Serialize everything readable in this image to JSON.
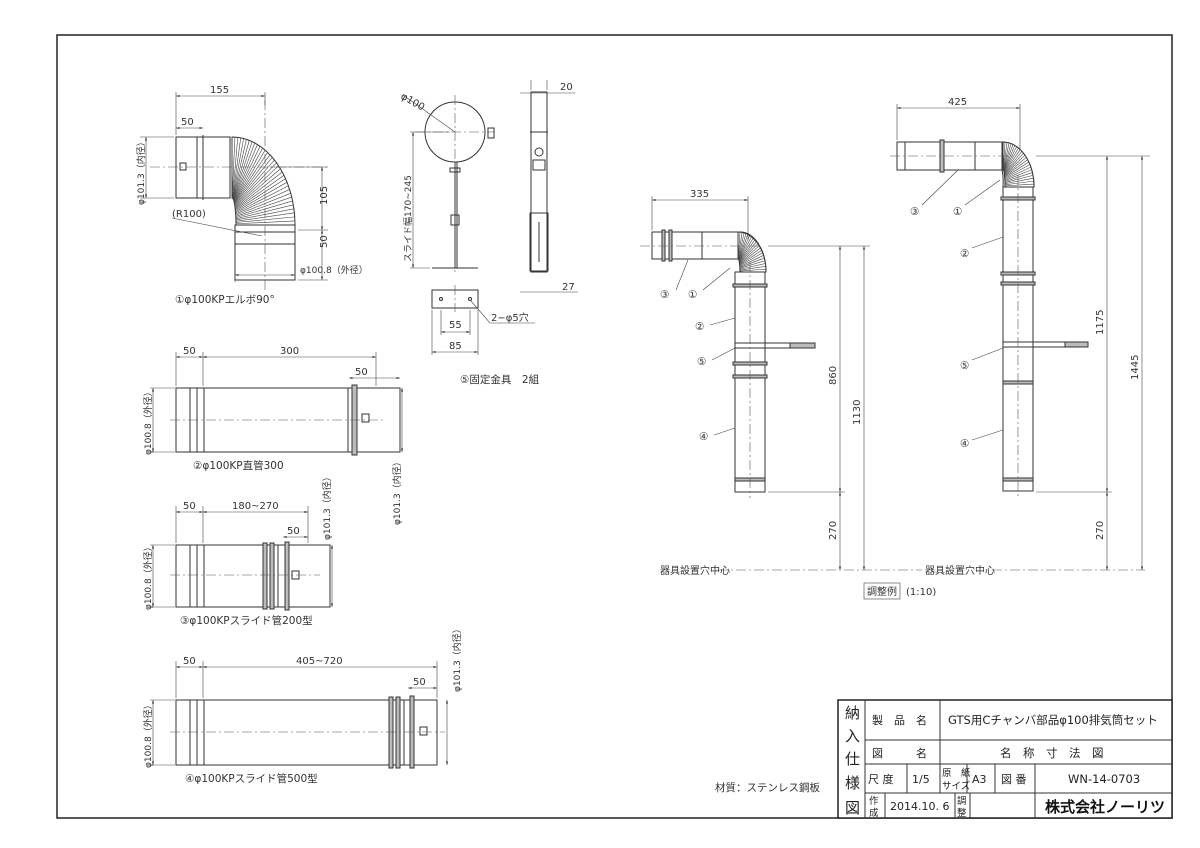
{
  "title_block": {
    "side_label": [
      "納",
      "入",
      "仕",
      "様",
      "図"
    ],
    "product_name_label": "製　品　名",
    "product_name": "GTS用Cチャンバ部品φ100排気筒セット",
    "drawing_name_label": "図　　　名",
    "drawing_name": "名　称　寸　法　図",
    "scale_label": "尺 度",
    "scale": "1/5",
    "paper_size_label_1": "原　紙",
    "paper_size_label_2": "サイズ",
    "paper_size": "A3",
    "drawing_no_label": "図 番",
    "drawing_no": "WN-14-0703",
    "created_label_1": "作",
    "created_label_2": "成",
    "created_date": "2014.10. 6",
    "adjust_label_1": "調",
    "adjust_label_2": "整",
    "company": "株式会社ノーリツ"
  },
  "material_note": "材質：ステンレス鋼板",
  "part1": {
    "caption": "①φ100KPエルボ90°",
    "dims": {
      "overall": "155",
      "socket": "50",
      "height": "105",
      "outlet": "50",
      "inner": "φ101.3（内径）",
      "outer": "φ100.8（外径）",
      "radius": "(R100)"
    }
  },
  "part2": {
    "caption": "②φ100KP直管300",
    "dims": {
      "left": "50",
      "length": "300",
      "right": "50",
      "outer": "φ100.8（外径）",
      "inner": "φ101.3（内径）"
    }
  },
  "part3": {
    "caption": "③φ100KPスライド管200型",
    "dims": {
      "left": "50",
      "length": "180~270",
      "right": "50",
      "outer": "φ100.8（外径）",
      "inner": "φ101.3（内径）"
    }
  },
  "part4": {
    "caption": "④φ100KPスライド管500型",
    "dims": {
      "left": "50",
      "length": "405~720",
      "right": "50",
      "outer": "φ100.8（外径）",
      "inner": "φ101.3（内径）"
    }
  },
  "part5": {
    "caption": "⑤固定金具　2組",
    "dims": {
      "diameter": "φ100",
      "slide": "スライド幅170~245",
      "width": "20",
      "depth": "27",
      "hole_pitch": "55",
      "plate": "85",
      "holes": "2−φ5穴"
    }
  },
  "example": {
    "caption_box": "調整例",
    "caption_scale": "(1:10)",
    "reference": "器具設置穴中心",
    "labels": [
      "①",
      "②",
      "③",
      "④",
      "⑤"
    ],
    "left": {
      "width": "335",
      "height_a": "860",
      "height_total": "1130",
      "base": "270"
    },
    "right": {
      "width": "425",
      "height_a": "1175",
      "height_total": "1445",
      "base": "270"
    }
  }
}
